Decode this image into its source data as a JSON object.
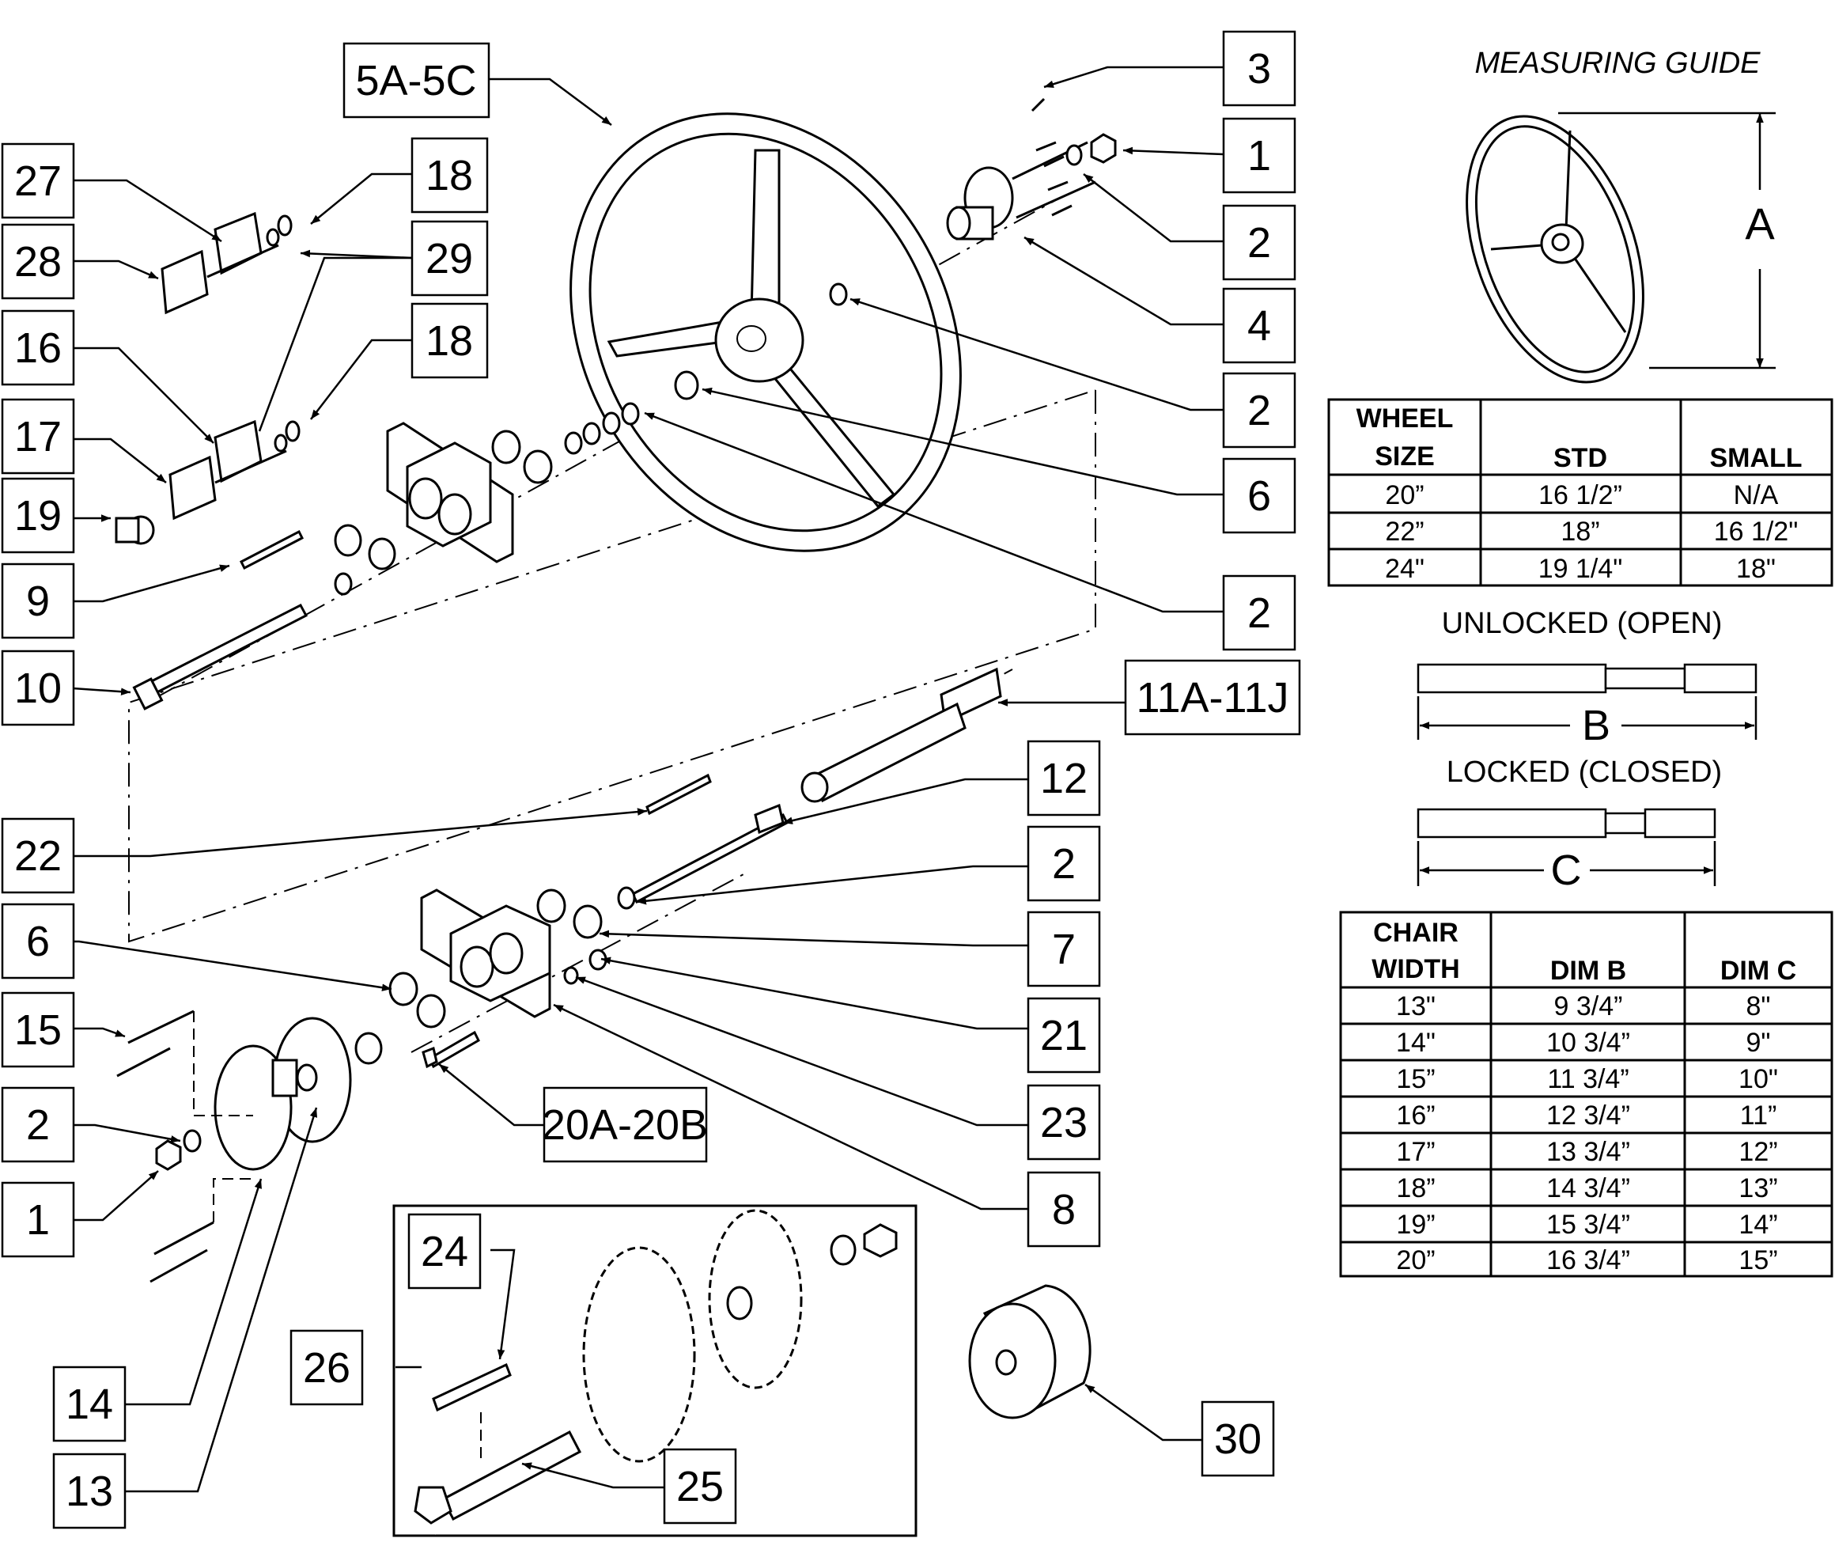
{
  "callouts": [
    {
      "label": "5A-5C"
    },
    {
      "label": "3"
    },
    {
      "label": "1"
    },
    {
      "label": "2"
    },
    {
      "label": "4"
    },
    {
      "label": "2"
    },
    {
      "label": "6"
    },
    {
      "label": "2"
    },
    {
      "label": "27"
    },
    {
      "label": "18"
    },
    {
      "label": "28"
    },
    {
      "label": "29"
    },
    {
      "label": "16"
    },
    {
      "label": "18"
    },
    {
      "label": "17"
    },
    {
      "label": "19"
    },
    {
      "label": "9"
    },
    {
      "label": "10"
    },
    {
      "label": "11A-11J"
    },
    {
      "label": "12"
    },
    {
      "label": "22"
    },
    {
      "label": "2"
    },
    {
      "label": "6"
    },
    {
      "label": "7"
    },
    {
      "label": "15"
    },
    {
      "label": "21"
    },
    {
      "label": "2"
    },
    {
      "label": "23"
    },
    {
      "label": "20A-20B"
    },
    {
      "label": "1"
    },
    {
      "label": "8"
    },
    {
      "label": "24"
    },
    {
      "label": "26"
    },
    {
      "label": "14"
    },
    {
      "label": "30"
    },
    {
      "label": "13"
    },
    {
      "label": "25"
    }
  ],
  "measuring_guide": {
    "title": "MEASURING GUIDE",
    "dim_a": "A",
    "dim_b": "B",
    "dim_c": "C",
    "unlocked_label": "UNLOCKED (OPEN)",
    "locked_label": "LOCKED (CLOSED)"
  },
  "wheel_table": {
    "header": {
      "c1_line1": "WHEEL",
      "c1_line2": "SIZE",
      "c2": "STD",
      "c3": "SMALL"
    },
    "rows": [
      [
        "20”",
        "16 1/2”",
        "N/A"
      ],
      [
        "22”",
        "18”",
        "16 1/2\""
      ],
      [
        "24\"",
        "19 1/4\"",
        "18\""
      ]
    ]
  },
  "chair_table": {
    "header": {
      "c1_line1": "CHAIR",
      "c1_line2": "WIDTH",
      "c2": "DIM B",
      "c3": "DIM C"
    },
    "rows": [
      [
        "13\"",
        "9 3/4”",
        "8\""
      ],
      [
        "14\"",
        "10 3/4”",
        "9\""
      ],
      [
        "15”",
        "11 3/4”",
        "10\""
      ],
      [
        "16”",
        "12 3/4”",
        "11”"
      ],
      [
        "17”",
        "13 3/4”",
        "12”"
      ],
      [
        "18”",
        "14 3/4”",
        "13”"
      ],
      [
        "19”",
        "15 3/4”",
        "14”"
      ],
      [
        "20”",
        "16 3/4”",
        "15”"
      ]
    ]
  }
}
